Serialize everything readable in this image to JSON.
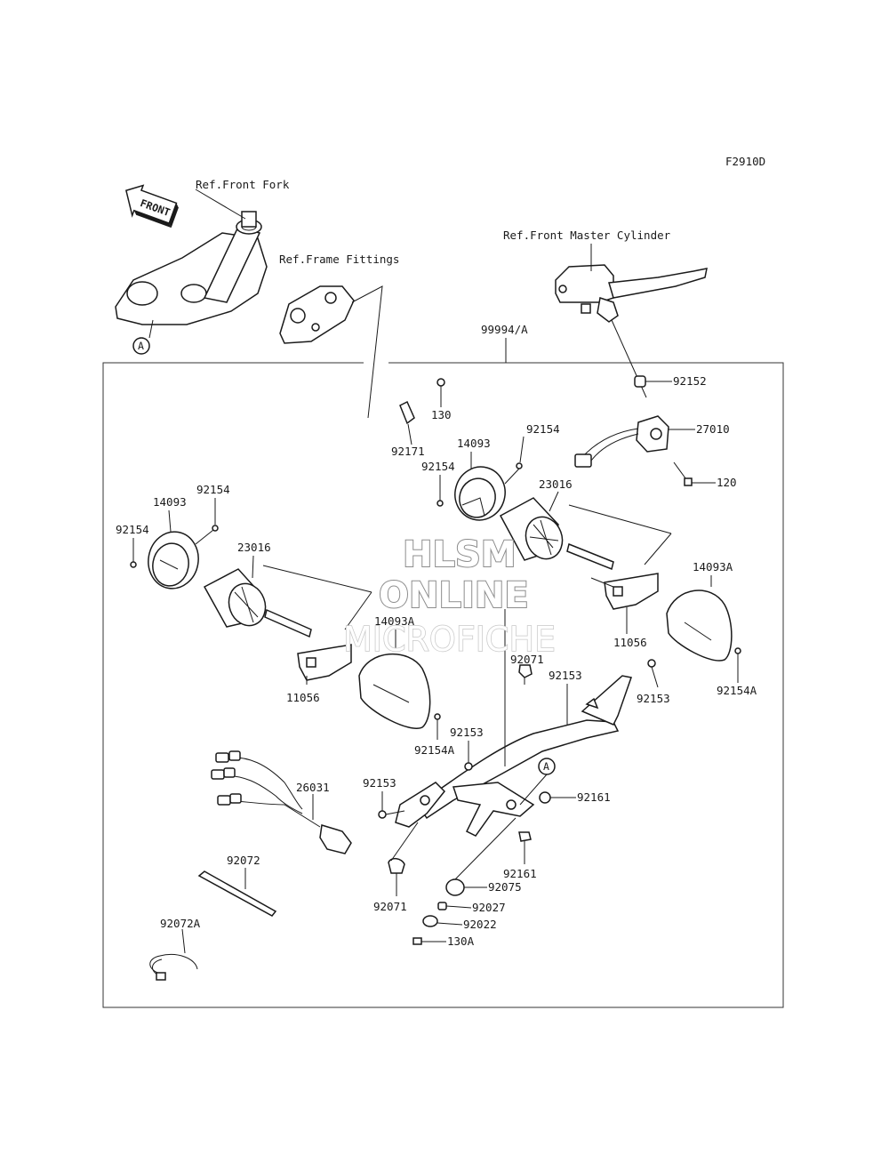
{
  "figure_code": "F2910D",
  "front_arrow": "FRONT",
  "references": {
    "front_fork": "Ref.Front Fork",
    "frame_fittings": "Ref.Frame Fittings",
    "front_master_cylinder": "Ref.Front Master Cylinder",
    "ref_marker_top": "A",
    "ref_marker_bottom": "A"
  },
  "assembly_label": "99994/A",
  "watermark": {
    "line1": "HLSM",
    "line2": "ONLINE",
    "line3": "MICROFICHE"
  },
  "parts": [
    "92152",
    "27010",
    "120",
    "130",
    "92171",
    "92154",
    "14093",
    "92154",
    "23016",
    "14093",
    "92154",
    "92154",
    "23016",
    "14093A",
    "11056",
    "14093A",
    "11056",
    "92154A",
    "92071",
    "92153",
    "92153",
    "92154A",
    "92153",
    "92153",
    "26031",
    "92161",
    "92161",
    "92075",
    "92027",
    "92022",
    "130A",
    "92072",
    "92071",
    "92072A"
  ]
}
